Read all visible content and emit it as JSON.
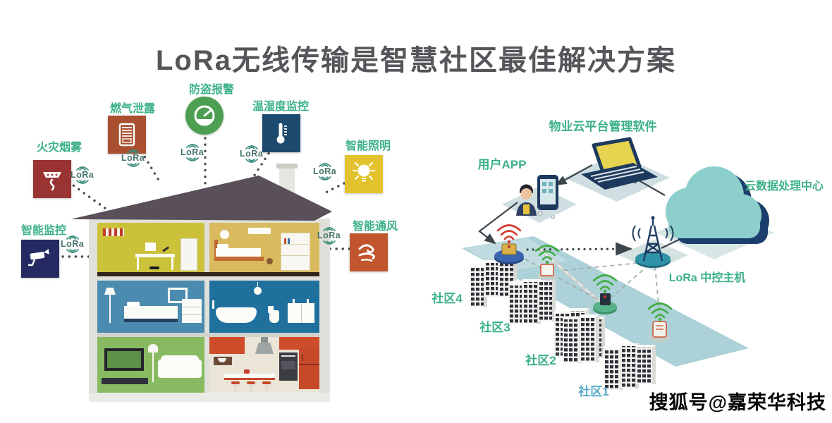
{
  "title": "LoRa无线传输是智慧社区最佳解决方案",
  "watermark": "搜狐号@嘉荣华科技",
  "lora_label": "LoRa",
  "sensors": {
    "fire": {
      "label": "火灾烟雾",
      "color": "#9a3433"
    },
    "gas": {
      "label": "燃气泄露",
      "color": "#a8502f"
    },
    "burglar": {
      "label": "防盗报警",
      "color": "#4c9e50"
    },
    "temp": {
      "label": "温湿度监控",
      "color": "#1c4a6e"
    },
    "light": {
      "label": "智能照明",
      "color": "#e2c32e"
    },
    "camera": {
      "label": "智能监控",
      "color": "#252b62"
    },
    "vent": {
      "label": "智能通风",
      "color": "#c2552e"
    }
  },
  "network": {
    "property_platform": "物业云平台管理软件",
    "user_app": "用户APP",
    "cloud_center": "云数据处理中心",
    "lora_host": "LoRa 中控主机",
    "community1": "社区1",
    "community2": "社区2",
    "community3": "社区3",
    "community4": "社区4"
  },
  "colors": {
    "title_gray": "#56565a",
    "label_green": "#3cb189",
    "community1_teal": "#55aac8",
    "cloud_teal": "#8ccfcd",
    "cloud_navy": "#1c3e6c",
    "road_teal": "#a9cfd6",
    "wifi_red": "#d23b2e",
    "wifi_green": "#3fae41",
    "roof_gray": "#59505a",
    "watermark_black": "#060606"
  }
}
